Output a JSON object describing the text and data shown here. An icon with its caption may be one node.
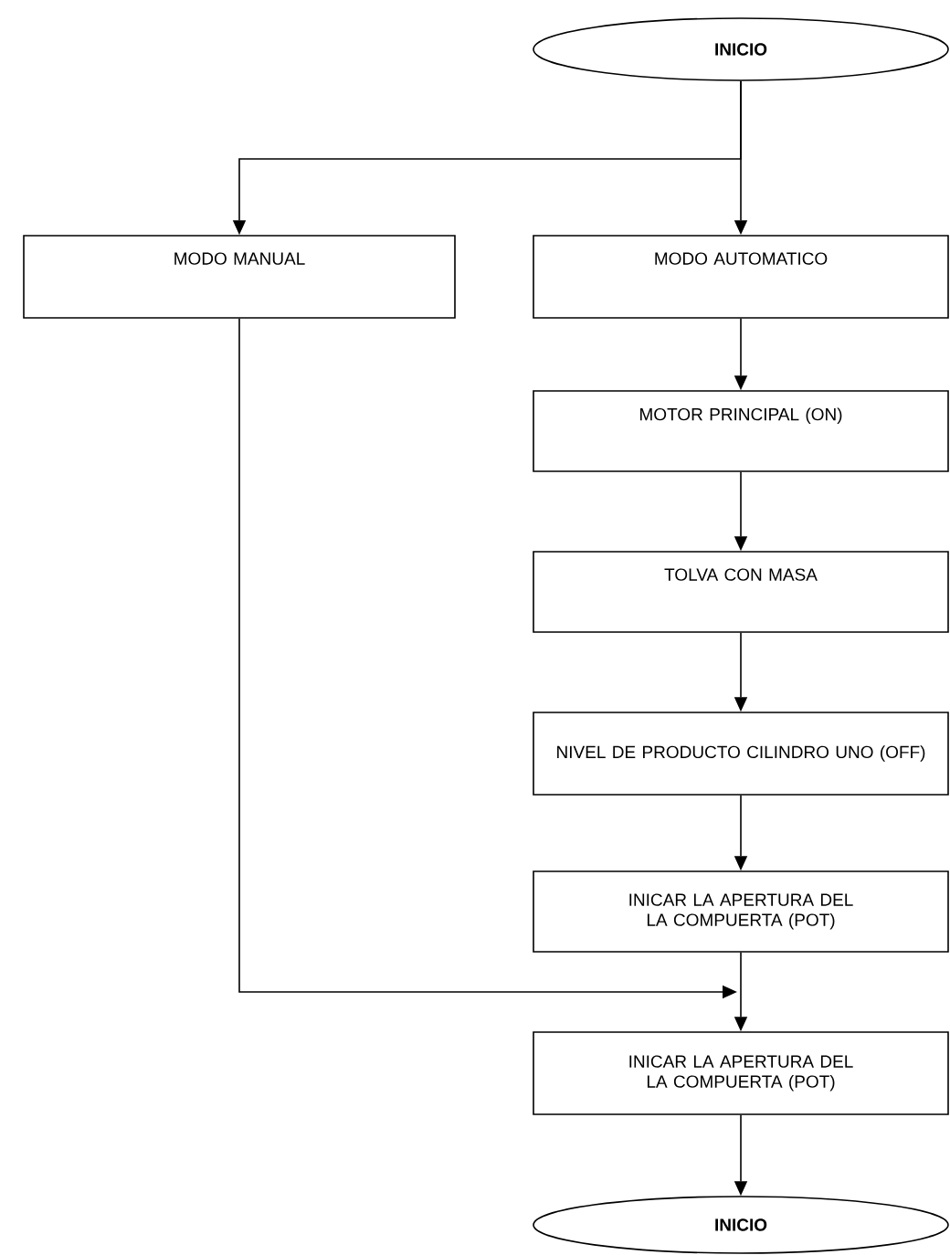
{
  "diagram": {
    "nodes": [
      {
        "text": [
          "INICIO"
        ]
      },
      {
        "text": [
          "MODO MANUAL"
        ]
      },
      {
        "text": [
          "MODO AUTOMATICO"
        ]
      },
      {
        "text": [
          "MOTOR PRINCIPAL (ON)"
        ]
      },
      {
        "text": [
          "TOLVA CON MASA"
        ]
      },
      {
        "text": [
          "NIVEL DE PRODUCTO CILINDRO UNO (OFF)"
        ]
      },
      {
        "text": [
          "INICAR LA APERTURA DEL LA COMPUERTA (POT)"
        ]
      },
      {
        "text": [
          "INICAR LA APERTURA DEL LA COMPUERTA (POT)"
        ]
      },
      {
        "text": [
          "INICIO"
        ]
      }
    ],
    "edges": [
      {
        "from": 0,
        "to": 1,
        "arrow": "to"
      },
      {
        "from": 0,
        "to": 2,
        "arrow": "to"
      },
      {
        "from": 2,
        "to": 3,
        "arrow": "to"
      },
      {
        "from": 3,
        "to": 4,
        "arrow": "to"
      },
      {
        "from": 4,
        "to": 5,
        "arrow": "to"
      },
      {
        "from": 5,
        "to": 6,
        "arrow": "to"
      },
      {
        "from": 6,
        "to": 7,
        "arrow": "to"
      },
      {
        "from": 1,
        "to": 7,
        "arrow": "to"
      },
      {
        "from": 7,
        "to": 8,
        "arrow": "to"
      }
    ]
  }
}
